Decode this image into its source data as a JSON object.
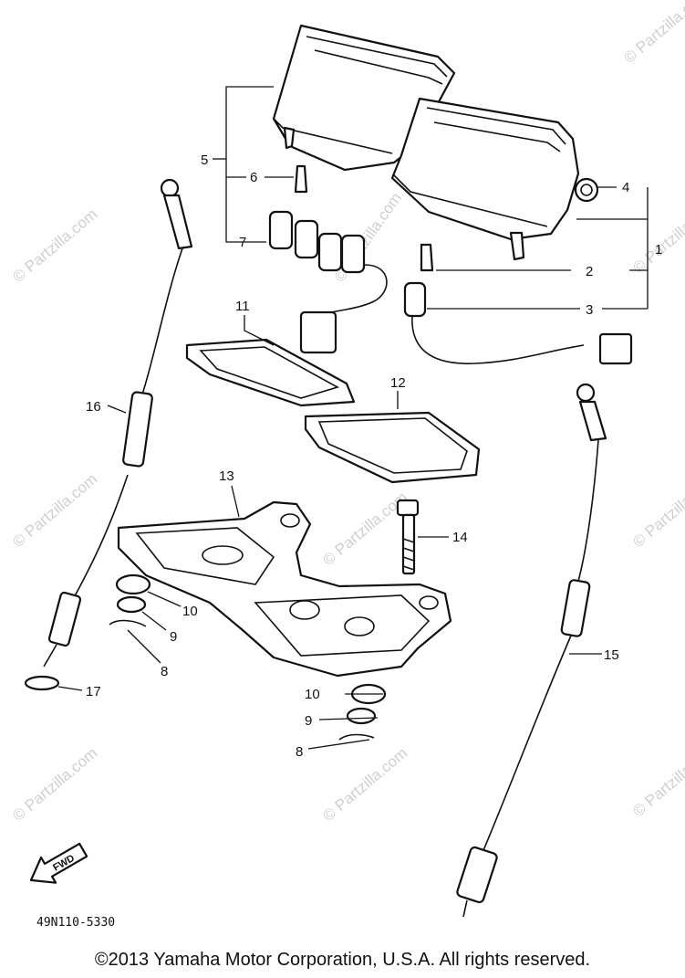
{
  "callouts": {
    "c1": "1",
    "c2": "2",
    "c3": "3",
    "c4": "4",
    "c5": "5",
    "c6": "6",
    "c7": "7",
    "c8a": "8",
    "c8b": "8",
    "c9a": "9",
    "c9b": "9",
    "c10a": "10",
    "c10b": "10",
    "c11": "11",
    "c12": "12",
    "c13": "13",
    "c14": "14",
    "c15": "15",
    "c16": "16",
    "c17": "17"
  },
  "find_label": "FWD",
  "diagram_code": "49N110-5330",
  "watermark_text": "© Partzilla.com",
  "copyright": "©2013 Yamaha Motor Corporation, U.S.A. All rights reserved.",
  "colors": {
    "ink": "#111111",
    "watermark": "#cfcfcf",
    "background": "#ffffff"
  }
}
